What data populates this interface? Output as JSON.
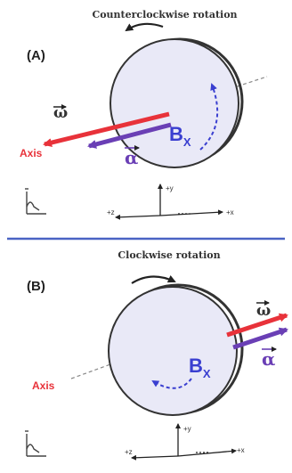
{
  "panels": [
    {
      "label": "(A)",
      "title": "Counterclockwise rotation",
      "omega": "ω",
      "alpha": "α",
      "b_main": "B",
      "b_sub": "X",
      "axis_label": "Axis",
      "coord": {
        "y": "+y",
        "z": "+z",
        "x": "+x"
      }
    },
    {
      "label": "(B)",
      "title": "Clockwise rotation",
      "omega": "ω",
      "alpha": "α",
      "b_main": "B",
      "b_sub": "X",
      "axis_label": "Axis",
      "coord": {
        "y": "+y",
        "z": "+z",
        "x": "+x"
      }
    }
  ],
  "colors": {
    "omega": "#e8323a",
    "alpha": "#6a3fb5",
    "field": "#3a3fd0",
    "disk_fill": "#e9e9f7",
    "divider": "#4a63c4"
  }
}
